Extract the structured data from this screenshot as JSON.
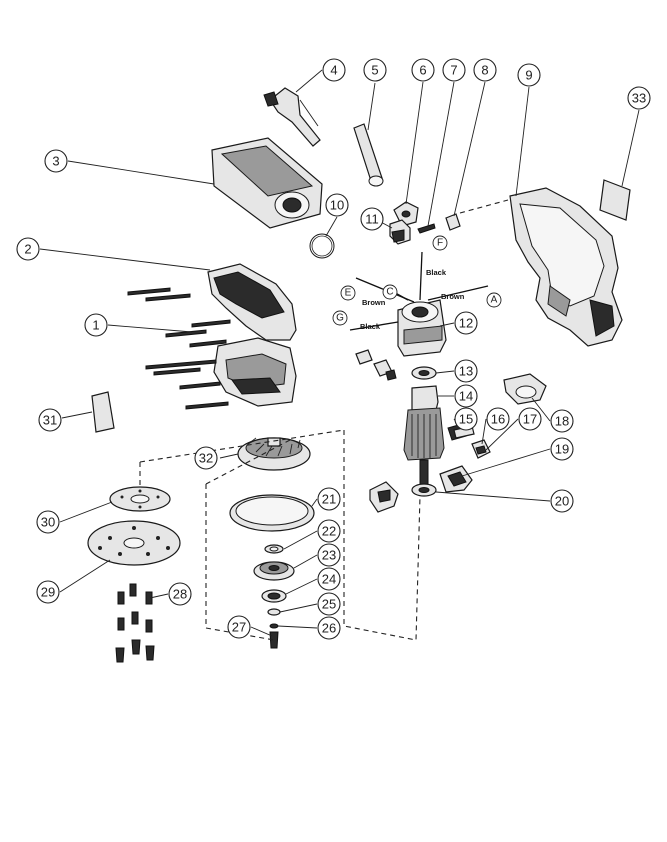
{
  "part_numbers": [
    "1",
    "2",
    "3",
    "4",
    "5",
    "6",
    "7",
    "8",
    "9",
    "10",
    "11",
    "12",
    "13",
    "14",
    "15",
    "16",
    "17",
    "18",
    "19",
    "20",
    "21",
    "22",
    "23",
    "24",
    "25",
    "26",
    "27",
    "28",
    "29",
    "30",
    "31",
    "32",
    "33"
  ],
  "connector_letters": [
    "A",
    "C",
    "E",
    "F",
    "G"
  ],
  "wire_labels": [
    "Black",
    "Brown",
    "Brown",
    "Black"
  ]
}
